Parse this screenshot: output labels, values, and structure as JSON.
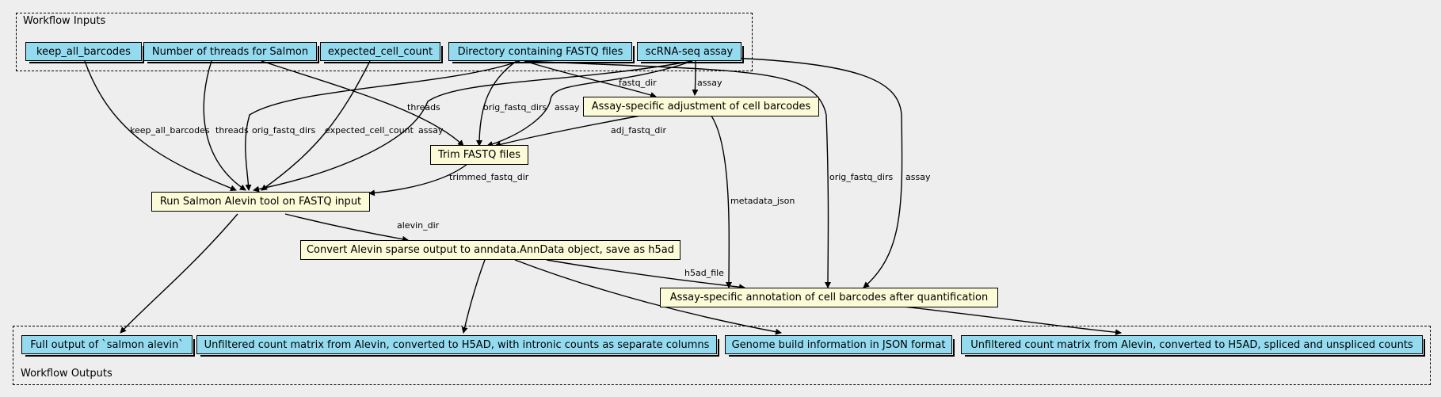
{
  "clusters": {
    "inputs_label": "Workflow Inputs",
    "outputs_label": "Workflow Outputs"
  },
  "inputs": [
    {
      "id": "keep_all_barcodes",
      "label": "keep_all_barcodes"
    },
    {
      "id": "threads",
      "label": "Number of threads for Salmon"
    },
    {
      "id": "expected_cell_count",
      "label": "expected_cell_count"
    },
    {
      "id": "fastq_dir",
      "label": "Directory containing FASTQ files"
    },
    {
      "id": "assay",
      "label": "scRNA-seq assay"
    }
  ],
  "steps": [
    {
      "id": "adjust",
      "label": "Assay-specific adjustment of cell barcodes"
    },
    {
      "id": "trim",
      "label": "Trim FASTQ files"
    },
    {
      "id": "salmon",
      "label": "Run Salmon Alevin tool on FASTQ input"
    },
    {
      "id": "convert",
      "label": "Convert Alevin sparse output to anndata.AnnData object, save as h5ad"
    },
    {
      "id": "annotate",
      "label": "Assay-specific annotation of cell barcodes after quantification"
    }
  ],
  "outputs": [
    {
      "id": "out_full",
      "label": "Full output of `salmon alevin`"
    },
    {
      "id": "out_intronic",
      "label": "Unfiltered count matrix from Alevin, converted to H5AD, with intronic counts as separate columns"
    },
    {
      "id": "out_genome",
      "label": "Genome build information in JSON format"
    },
    {
      "id": "out_spliced",
      "label": "Unfiltered count matrix from Alevin, converted to H5AD, spliced and unspliced counts"
    }
  ],
  "edge_labels": {
    "fastq_dir": "fastq_dir",
    "assay_adjust": "assay",
    "keep_all_barcodes": "keep_all_barcodes",
    "threads_salmon": "threads",
    "orig_fastq_dirs_salmon": "orig_fastq_dirs",
    "expected_cell_count": "expected_cell_count",
    "threads_trim": "threads",
    "assay_salmon": "assay",
    "orig_fastq_dirs_trim": "orig_fastq_dirs",
    "assay_trim": "assay",
    "adj_fastq_dir": "adj_fastq_dir",
    "trimmed_fastq_dir": "trimmed_fastq_dir",
    "orig_fastq_dirs_annotate": "orig_fastq_dirs",
    "assay_annotate": "assay",
    "metadata_json": "metadata_json",
    "alevin_dir": "alevin_dir",
    "h5ad_file": "h5ad_file"
  }
}
